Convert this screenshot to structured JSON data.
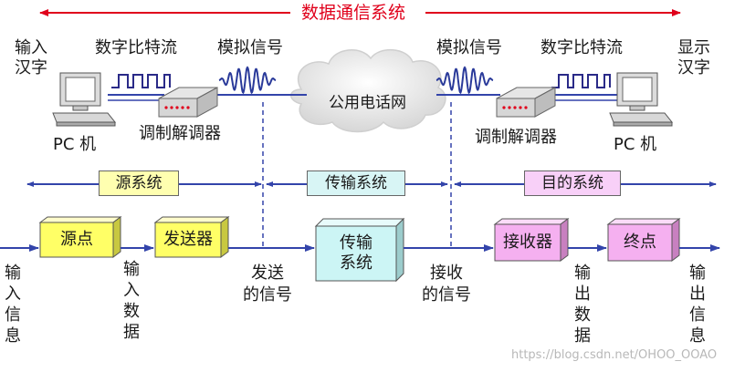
{
  "title": "数据通信系统",
  "top_labels": {
    "input_chars": "输入\n汉字",
    "digital_left": "数字比特流",
    "analog_left": "模拟信号",
    "analog_right": "模拟信号",
    "digital_right": "数字比特流",
    "display_chars": "显示\n汉字"
  },
  "cloud_label": "公用电话网",
  "pc_left": "PC 机",
  "pc_right": "PC 机",
  "modem_left": "调制解调器",
  "modem_right": "调制解调器",
  "systems": {
    "source": "源系统",
    "transmission": "传输系统",
    "destination": "目的系统"
  },
  "blocks": {
    "source_point": "源点",
    "transmitter": "发送器",
    "transmission_system": "传输\n系统",
    "receiver": "接收器",
    "destination_point": "终点"
  },
  "flow_labels": {
    "input_info": "输入信息",
    "input_data": "输入数据",
    "sent_signal": "发送\n的信号",
    "received_signal": "接收\n的信号",
    "output_data": "输出数据",
    "output_info": "输出信息"
  },
  "watermark": "https://blog.csdn.net/OHOO_OOAO",
  "colors": {
    "red": "#e0001b",
    "blue": "#3344aa",
    "yellow": "#ffff66",
    "cyan": "#ccf5f5",
    "pink": "#f5b0f0",
    "band_source": "#ffffb0",
    "band_transmission": "#d8f5f5",
    "band_destination": "#f8d0f8"
  }
}
